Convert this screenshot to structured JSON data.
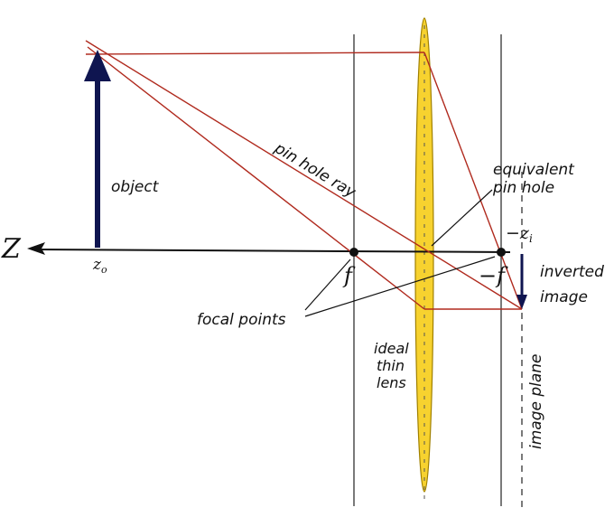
{
  "colors": {
    "ray": "#b02a1e",
    "lens_fill": "#f7d22f",
    "lens_stroke": "#a08000",
    "arrow": "#0f1550",
    "line": "#222222"
  },
  "labels": {
    "axis": "Z",
    "object": "object",
    "z_o": "z",
    "z_o_sub": "o",
    "pin_hole_ray": "pin hole ray",
    "equivalent_pin_hole": [
      "equivalent",
      "pin hole"
    ],
    "neg_z_i": "−z",
    "neg_z_i_sub": "i",
    "f": "f",
    "neg_f": "−f",
    "inverted_image": [
      "inverted",
      "image"
    ],
    "focal_points": "focal points",
    "ideal_thin_lens": [
      "ideal",
      "thin",
      "lens"
    ],
    "image_plane": "image plane"
  }
}
